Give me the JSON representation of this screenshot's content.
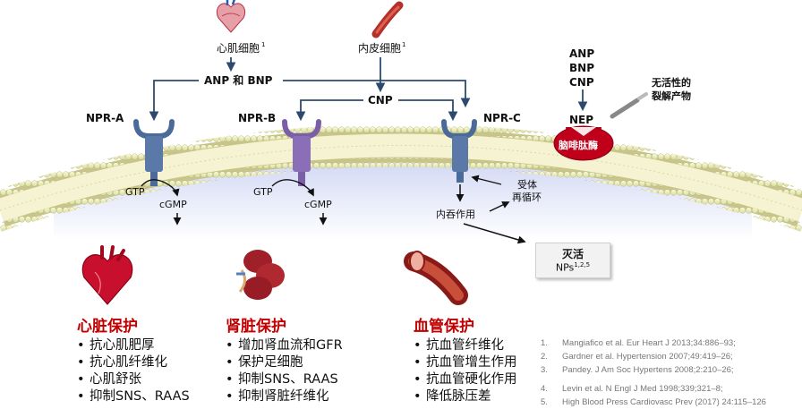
{
  "sources": {
    "cardiomyocyte": {
      "label": "心肌细胞",
      "sup": "1"
    },
    "endothelial": {
      "label": "内皮细胞",
      "sup": "1"
    }
  },
  "peptides": {
    "anp_bnp": "ANP 和 BNP",
    "cnp": "CNP",
    "nep_substrates": [
      "ANP",
      "BNP",
      "CNP"
    ]
  },
  "receptors": {
    "npr_a": "NPR-A",
    "npr_b": "NPR-B",
    "npr_c": "NPR-C",
    "nep": "NEP"
  },
  "nep_enzyme": {
    "label": "脑啡肽酶",
    "color": "#c0001a"
  },
  "degradation": {
    "line1": "无活性的",
    "line2": "裂解产物"
  },
  "signaling": {
    "gtp_a": "GTP",
    "cgmp_a": "cGMP",
    "gtp_b": "GTP",
    "cgmp_b": "cGMP",
    "endocytosis": "内吞作用",
    "recycle_line1": "受体",
    "recycle_line2": "再循环"
  },
  "inactivation": {
    "title": "灭活",
    "text": "NPs",
    "sup": "1,2,5"
  },
  "colors": {
    "npr_a": "#4a6a9a",
    "npr_b": "#7a5ea8",
    "npr_c": "#4a6a9a",
    "arrow": "#2d4a6e",
    "section_title": "#c00000"
  },
  "sections": {
    "cardiac": {
      "title": "心脏保护",
      "items": [
        "抗心肌肥厚",
        "抗心肌纤维化",
        "心肌舒张",
        "抑制SNS、RAAS"
      ]
    },
    "renal": {
      "title": "肾脏保护",
      "items": [
        "增加肾血流和GFR",
        "保护足细胞",
        "抑制SNS、RAAS",
        "抑制肾脏纤维化"
      ]
    },
    "vascular": {
      "title": "血管保护",
      "items": [
        "抗血管纤维化",
        "抗血管增生作用",
        "抗血管硬化作用",
        "降低脉压差"
      ]
    }
  },
  "references": [
    {
      "num": "1.",
      "text": "Mangiafico et al. Eur Heart J 2013;34:886–93;"
    },
    {
      "num": "2.",
      "text": "Gardner et al. Hypertension 2007;49:419–26;"
    },
    {
      "num": "3.",
      "text": "Pandey. J Am Soc Hypertens 2008;2:210–26;"
    },
    {
      "num": "4.",
      "text": "Levin et al. N Engl J Med 1998;339;321–8;"
    },
    {
      "num": "5.",
      "text": "High Blood Press Cardiovasc Prev (2017) 24:115–126"
    }
  ]
}
